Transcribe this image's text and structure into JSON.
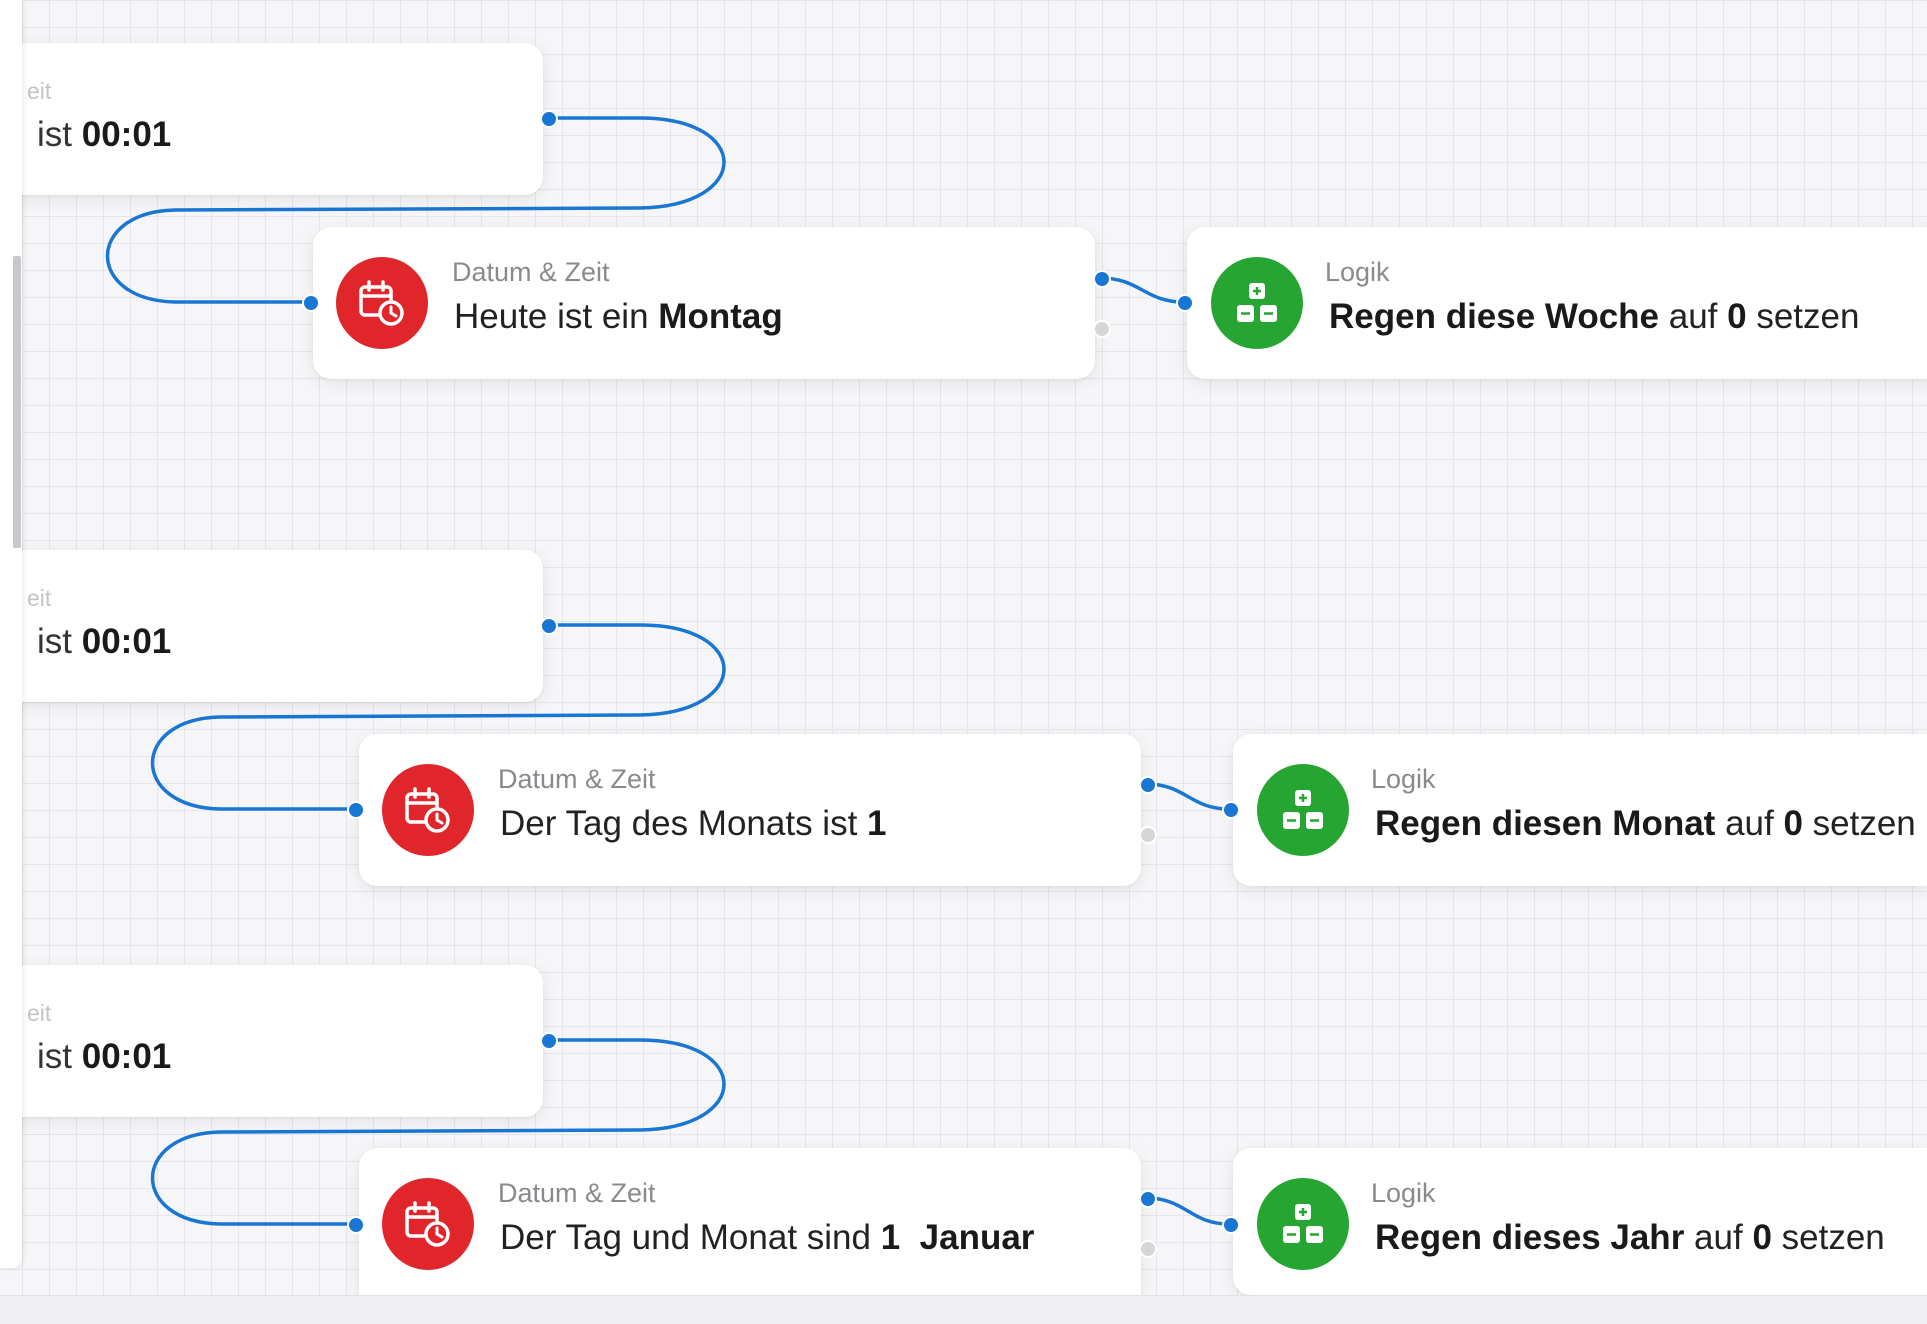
{
  "canvas": {
    "triggers": [
      {
        "category": "eit",
        "text_prefix": "ist",
        "time": "00:01"
      },
      {
        "category": "eit",
        "text_prefix": "ist",
        "time": "00:01"
      },
      {
        "category": "eit",
        "text_prefix": "ist",
        "time": "00:01"
      }
    ],
    "conditions": [
      {
        "category": "Datum & Zeit",
        "text": "Heute ist ein",
        "value": "Montag"
      },
      {
        "category": "Datum & Zeit",
        "text": "Der Tag des Monats ist",
        "value": "1"
      },
      {
        "category": "Datum & Zeit",
        "text": "Der Tag und Monat sind",
        "value": "1",
        "value2": "Januar"
      }
    ],
    "actions": [
      {
        "category": "Logik",
        "target": "Regen diese Woche",
        "mid": "auf",
        "value": "0",
        "tail": "setzen"
      },
      {
        "category": "Logik",
        "target": "Regen diesen Monat",
        "mid": "auf",
        "value": "0",
        "tail": "setzen"
      },
      {
        "category": "Logik",
        "target": "Regen dieses Jahr",
        "mid": "auf",
        "value": "0",
        "tail": "setzen"
      }
    ]
  },
  "icons": {
    "condition_icon": "calendar-clock-icon",
    "action_icon": "logic-blocks-icon"
  },
  "colors": {
    "wire": "#1976d2",
    "condition_icon_bg": "#e0262b",
    "action_icon_bg": "#26a532",
    "grid_line": "#e6e6ea",
    "background": "#f6f6f8"
  }
}
